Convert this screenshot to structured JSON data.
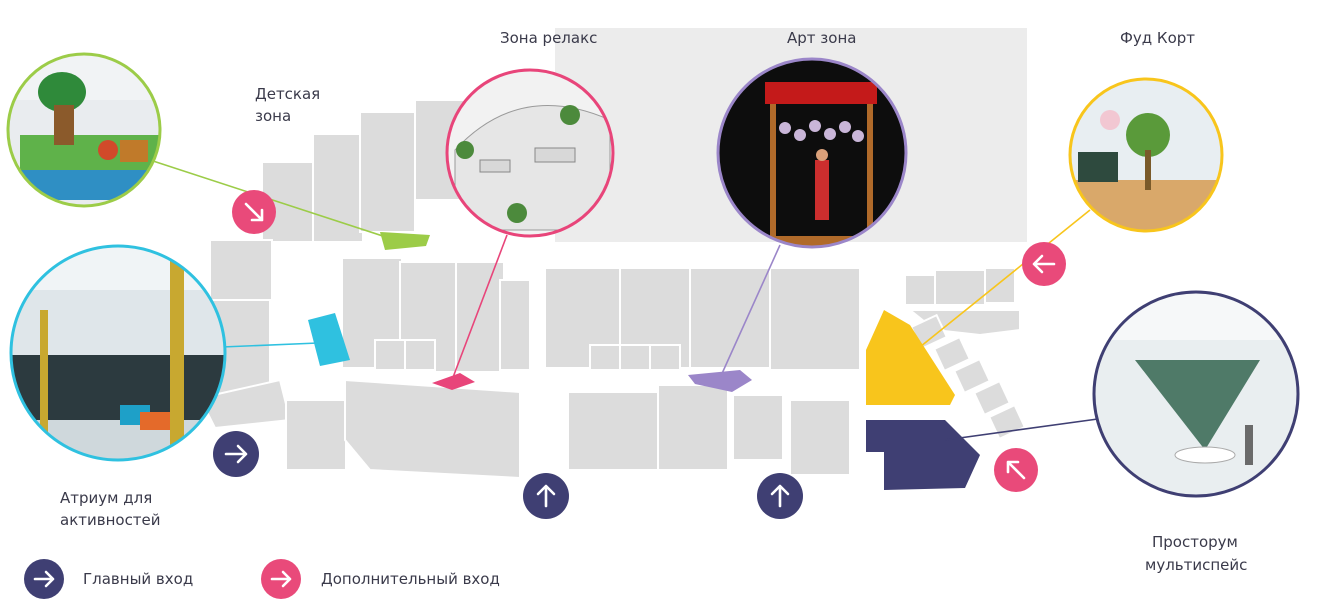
{
  "map": {
    "title": "",
    "colors": {
      "building": "#dcdcdc",
      "building_stroke": "#ffffff",
      "backdrop": "#ececec",
      "main_entrance": "#3f3f73",
      "extra_entrance": "#e94a7a",
      "kids": "#9ccc48",
      "atrium": "#2fc1e0",
      "relax": "#e8457a",
      "art": "#9b86c9",
      "food": "#f8c51c",
      "prostorum": "#3f3f73"
    }
  },
  "zones": {
    "kids": {
      "label_line1": "Детская",
      "label_line2": "зона",
      "icon": "playground-photo"
    },
    "atrium": {
      "label_line1": "Атриум для",
      "label_line2": "активностей",
      "icon": "atrium-photo"
    },
    "relax": {
      "label": "Зона релакс",
      "icon": "relax-area-sketch"
    },
    "art": {
      "label": "Арт зона",
      "icon": "art-installation-photo"
    },
    "food": {
      "label": "Фуд Корт",
      "icon": "food-court-photo"
    },
    "prostorum": {
      "label_line1": "Просторум",
      "label_line2": "мультиспейс",
      "icon": "multispace-photo"
    }
  },
  "legend": {
    "main_entrance": "Главный вход",
    "extra_entrance": "Дополнительный вход"
  }
}
